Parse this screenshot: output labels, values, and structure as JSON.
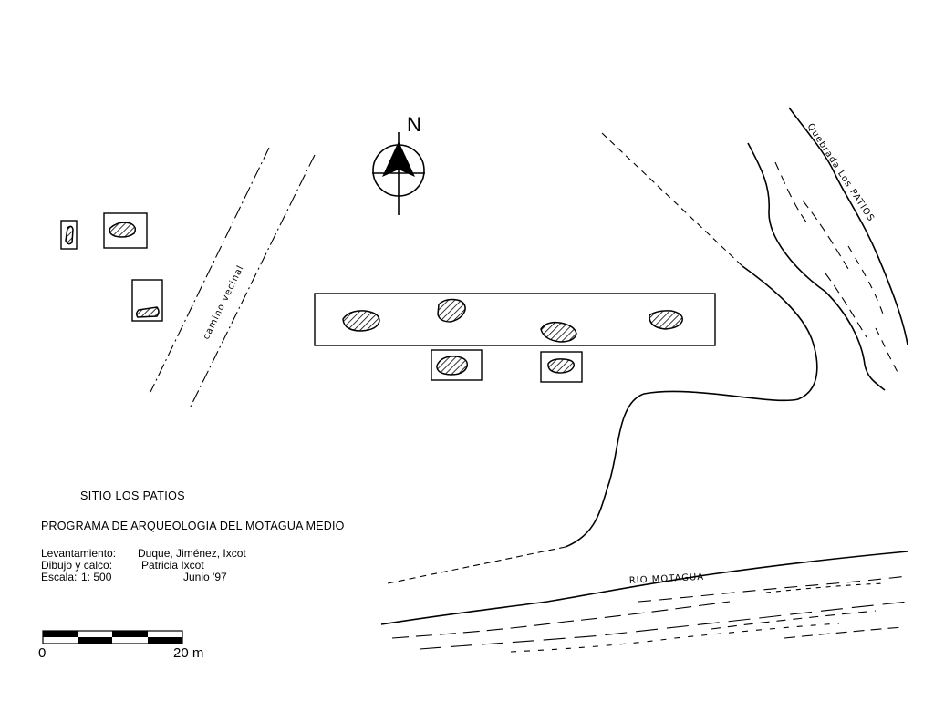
{
  "site_title": "SITIO  LOS  PATIOS",
  "program": "PROGRAMA DE ARQUEOLOGIA DEL MOTAGUA MEDIO",
  "credits": {
    "survey_label": "Levantamiento:",
    "survey_names": "Duque, Jiménez, Ixcot",
    "drawing_label": "Dibujo y calco:",
    "drawing_names": "Patricia Ixcot",
    "scale_label": "Escala:",
    "scale_value": "1: 500",
    "date": "Junio '97"
  },
  "north_label": "N",
  "labels": {
    "road": "camino vecinal",
    "creek": "Quebrada Los PATIOS",
    "river": "RIO MOTAGUA"
  },
  "scale_bar": {
    "start": "0",
    "end": "20 m",
    "segments": 4
  },
  "colors": {
    "ink": "#000000",
    "paper": "#ffffff"
  }
}
